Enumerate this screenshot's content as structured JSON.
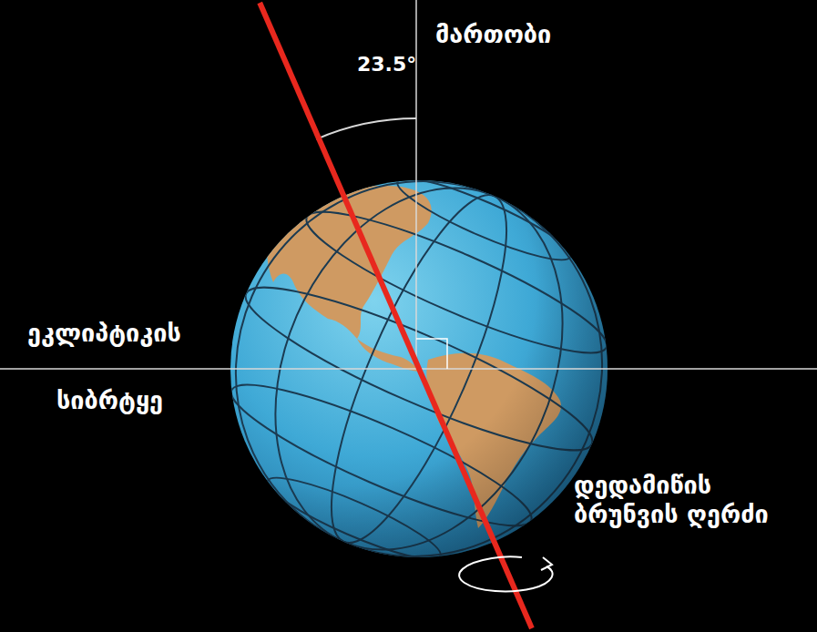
{
  "diagram": {
    "labels": [
      "23.5°",
      "მართობი",
      "ეკლიპტიკის",
      "სიბრტყე",
      "დედამიწის ბრუნვის ღერძი"
    ]
  }
}
